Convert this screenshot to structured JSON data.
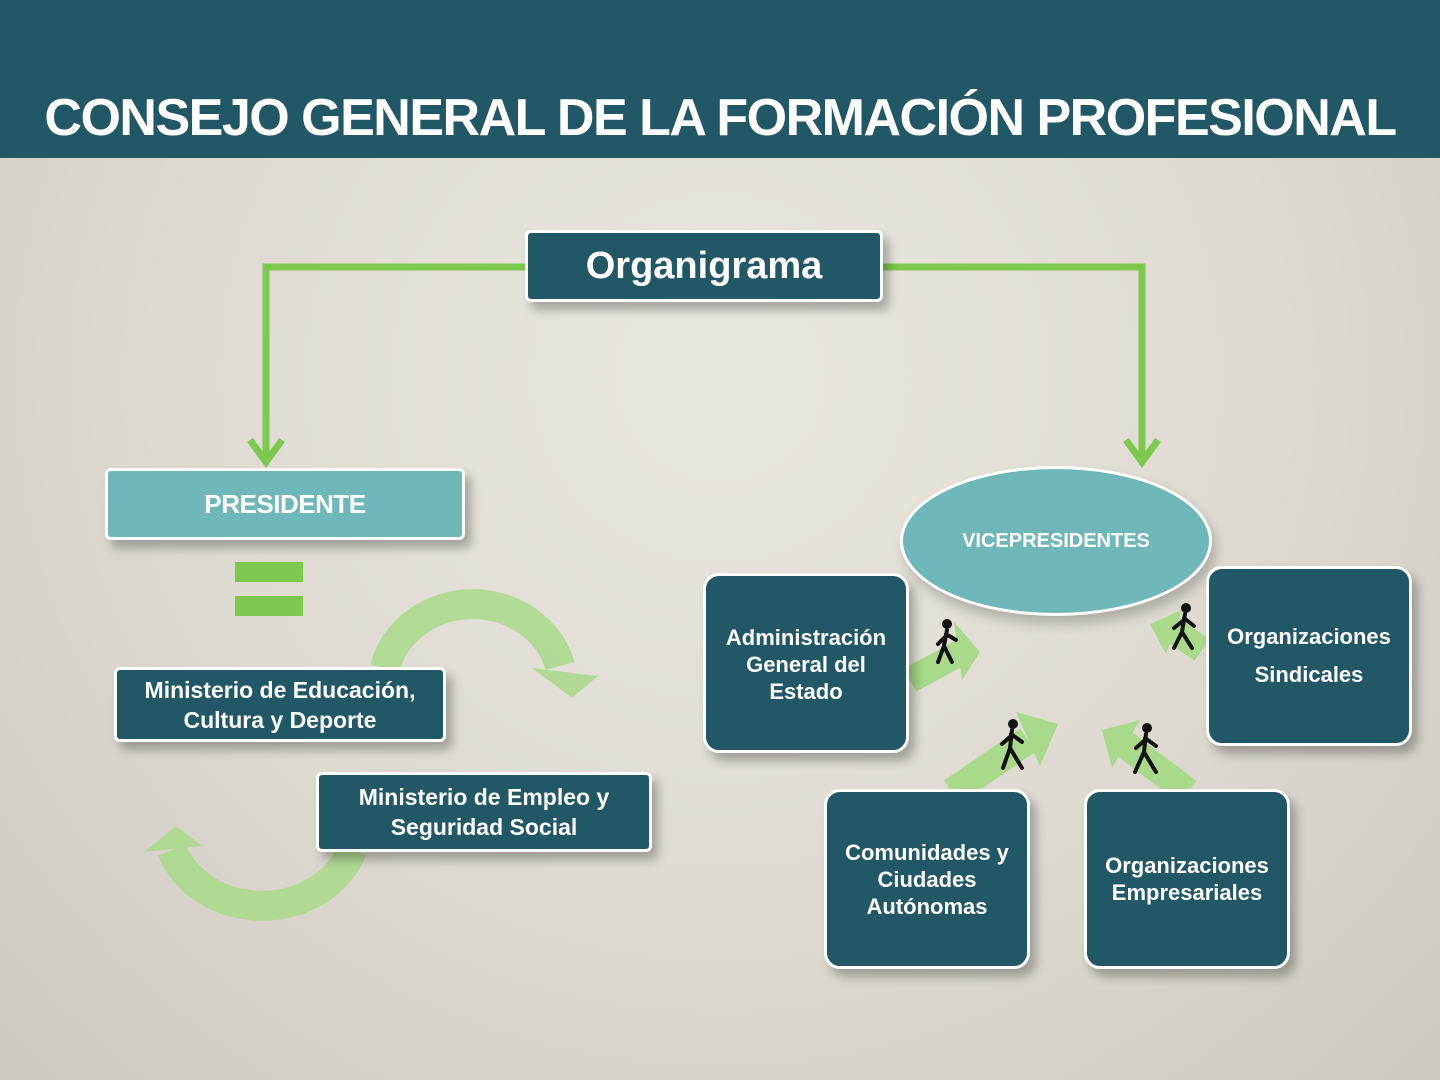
{
  "header": {
    "title": "CONSEJO GENERAL DE LA FORMACIÓN PROFESIONAL"
  },
  "diagram": {
    "title": "Organigrama",
    "president": {
      "label": "PRESIDENTE",
      "alternating_ministries": [
        "Ministerio de Educación, Cultura y Deporte",
        "Ministerio de Empleo y Seguridad Social"
      ]
    },
    "vicepresidents": {
      "label": "VICEPRESIDENTES",
      "members": [
        "Administración General del Estado",
        "Organizaciones Sindicales",
        "Comunidades y Ciudades Autónomas",
        "Organizaciones Empresariales"
      ]
    }
  },
  "colors": {
    "header": "#225866",
    "box": "#225866",
    "accent_teal": "#6fb7b8",
    "connector_green": "#7ec850",
    "cycle_arrow_green": "#a9d98a"
  },
  "icons": [
    "walking-person-icon",
    "equals-icon",
    "cycle-arrow-icon"
  ]
}
